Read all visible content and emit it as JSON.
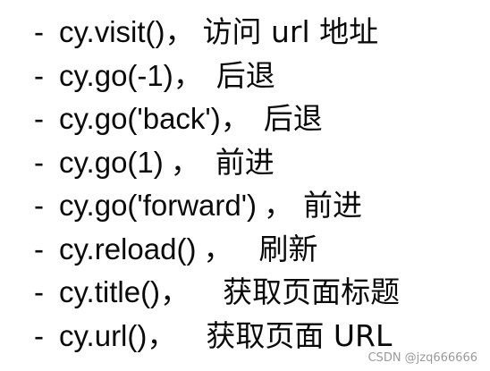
{
  "items": [
    {
      "bullet": "-",
      "code": "cy.visit()",
      "separator": "，",
      "description": "访问 url 地址"
    },
    {
      "bullet": "-",
      "code": "cy.go(-1)",
      "separator": "，",
      "description": "后退"
    },
    {
      "bullet": "-",
      "code": "cy.go('back')",
      "separator": "，",
      "description": "后退"
    },
    {
      "bullet": "-",
      "code": "cy.go(1)",
      "separator": "，",
      "description": "前进"
    },
    {
      "bullet": "-",
      "code": "cy.go('forward')",
      "separator": "，",
      "description": "前进"
    },
    {
      "bullet": "-",
      "code": "cy.reload()",
      "separator": "，",
      "description": "刷新"
    },
    {
      "bullet": "-",
      "code": "cy.title()",
      "separator": "，",
      "description": "获取页面标题"
    },
    {
      "bullet": "-",
      "code": "cy.url()",
      "separator": "，",
      "description": "获取页面 URL"
    }
  ],
  "watermark": "CSDN @jzq666666",
  "colors": {
    "text": "#0a0a0a",
    "background": "#ffffff",
    "watermark": "#9a9a9a"
  }
}
